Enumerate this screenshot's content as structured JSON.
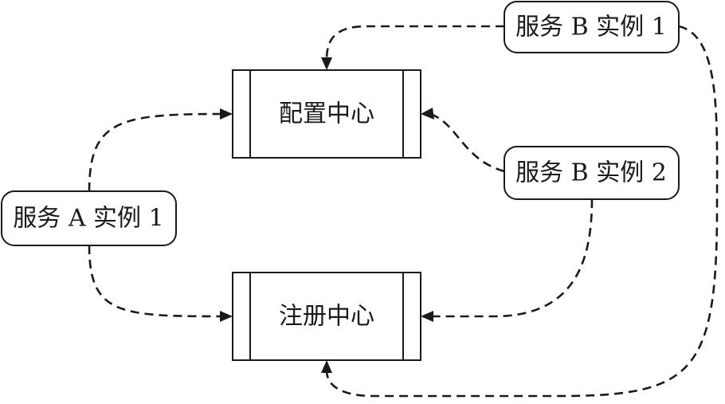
{
  "nodes": {
    "config_center": {
      "label": "配置中心",
      "shape": "process-box"
    },
    "registry_center": {
      "label": "注册中心",
      "shape": "process-box"
    },
    "service_a_1": {
      "label": "服务 A 实例 1",
      "shape": "rounded-rect"
    },
    "service_b_1": {
      "label": "服务 B 实例 1",
      "shape": "rounded-rect"
    },
    "service_b_2": {
      "label": "服务 B 实例 2",
      "shape": "rounded-rect"
    }
  },
  "edges": [
    {
      "from": "service_a_1",
      "to": "config_center",
      "style": "dashed",
      "arrow": "end"
    },
    {
      "from": "service_a_1",
      "to": "registry_center",
      "style": "dashed",
      "arrow": "end"
    },
    {
      "from": "service_b_1",
      "to": "config_center",
      "style": "dashed",
      "arrow": "end"
    },
    {
      "from": "service_b_1",
      "to": "registry_center",
      "style": "dashed",
      "arrow": "end"
    },
    {
      "from": "service_b_2",
      "to": "config_center",
      "style": "dashed",
      "arrow": "end"
    },
    {
      "from": "service_b_2",
      "to": "registry_center",
      "style": "dashed",
      "arrow": "end"
    }
  ],
  "colors": {
    "line": "#1a1a1a",
    "background": "#ffffff"
  }
}
